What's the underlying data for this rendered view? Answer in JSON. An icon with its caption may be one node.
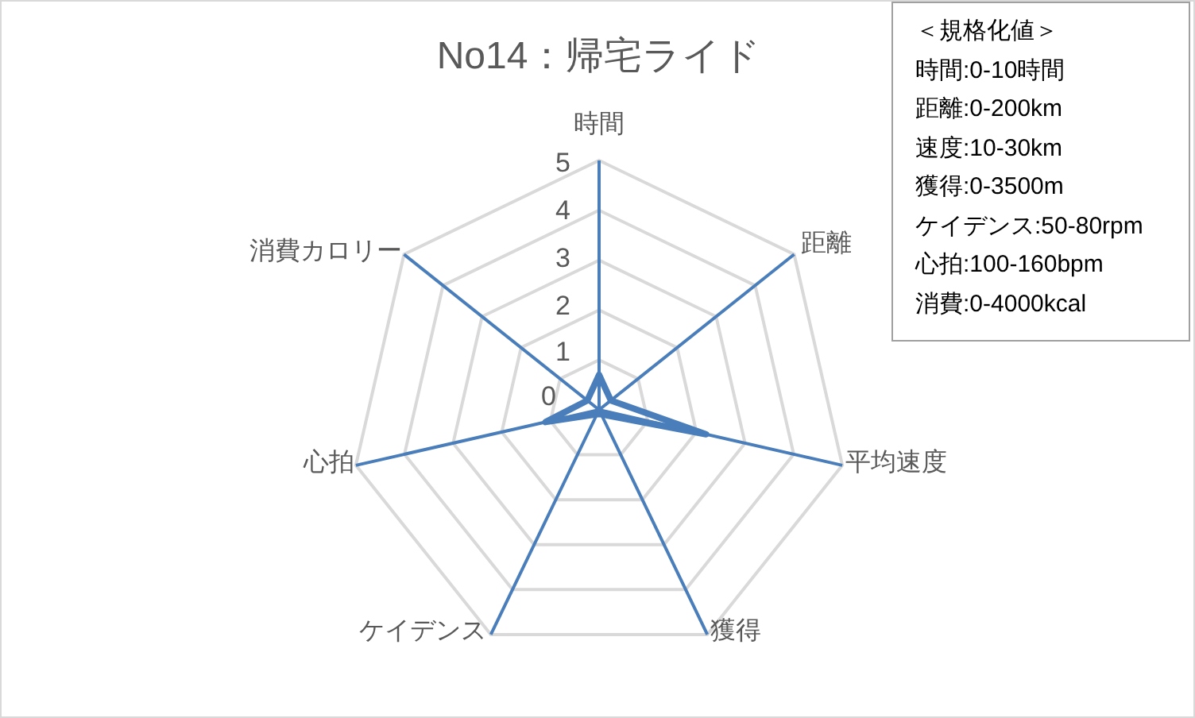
{
  "diagram": {
    "title": "No14：帰宅ライド",
    "labels": [
      "＜規格化値＞",
      "時間:0-10時間",
      "距離:0-200km",
      "速度:10-30km",
      "獲得:0-3500m",
      "ケイデンス:50-80rpm",
      "心拍:100-160bpm",
      "消費:0-4000kcal",
      "時間",
      "5",
      "4",
      "3",
      "2",
      "1",
      "消費カロリー",
      "距離",
      "0",
      "心拍",
      "平均速度",
      "ケイデンス",
      "獲得"
    ]
  }
}
